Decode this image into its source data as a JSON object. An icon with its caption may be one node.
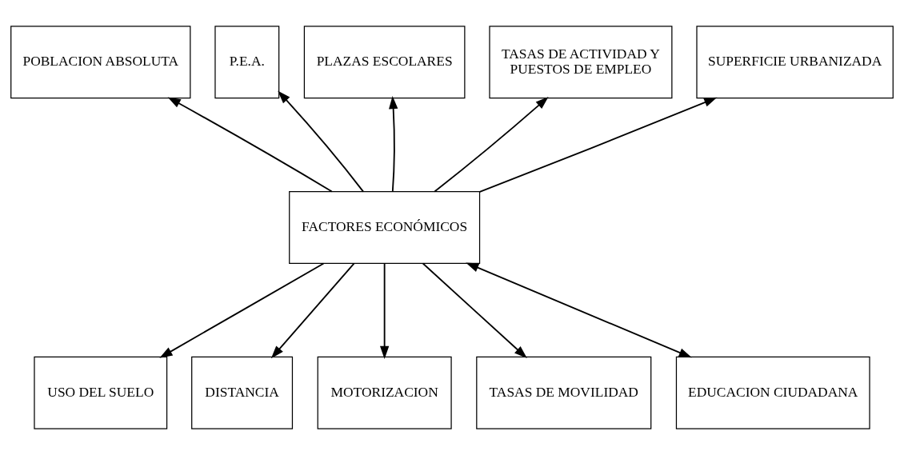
{
  "diagram": {
    "nodes": [
      {
        "text": [
          "POBLACION ABSOLUTA"
        ]
      },
      {
        "text": [
          "P.E.A."
        ]
      },
      {
        "text": [
          "PLAZAS ESCOLARES"
        ]
      },
      {
        "text": [
          "TASAS DE ACTIVIDAD Y PUESTOS DE EMPLEO"
        ]
      },
      {
        "text": [
          "SUPERFICIE URBANIZADA"
        ]
      },
      {
        "text": [
          "FACTORES ECONÓMICOS"
        ]
      },
      {
        "text": [
          "USO DEL SUELO"
        ]
      },
      {
        "text": [
          "DISTANCIA"
        ]
      },
      {
        "text": [
          "MOTORIZACION"
        ]
      },
      {
        "text": [
          "TASAS DE MOVILIDAD"
        ]
      },
      {
        "text": [
          "EDUCACION CIUDADANA"
        ]
      }
    ],
    "edges": [
      {
        "from": 5,
        "to": 0,
        "arrow": "to"
      },
      {
        "from": 5,
        "to": 1,
        "arrow": "to"
      },
      {
        "from": 5,
        "to": 2,
        "arrow": "to"
      },
      {
        "from": 5,
        "to": 3,
        "arrow": "to"
      },
      {
        "from": 5,
        "to": 4,
        "arrow": "to"
      },
      {
        "from": 5,
        "to": 6,
        "arrow": "to"
      },
      {
        "from": 5,
        "to": 7,
        "arrow": "to"
      },
      {
        "from": 5,
        "to": 8,
        "arrow": "to"
      },
      {
        "from": 5,
        "to": 9,
        "arrow": "to"
      },
      {
        "from": 5,
        "to": 10,
        "arrow": "both"
      }
    ]
  }
}
